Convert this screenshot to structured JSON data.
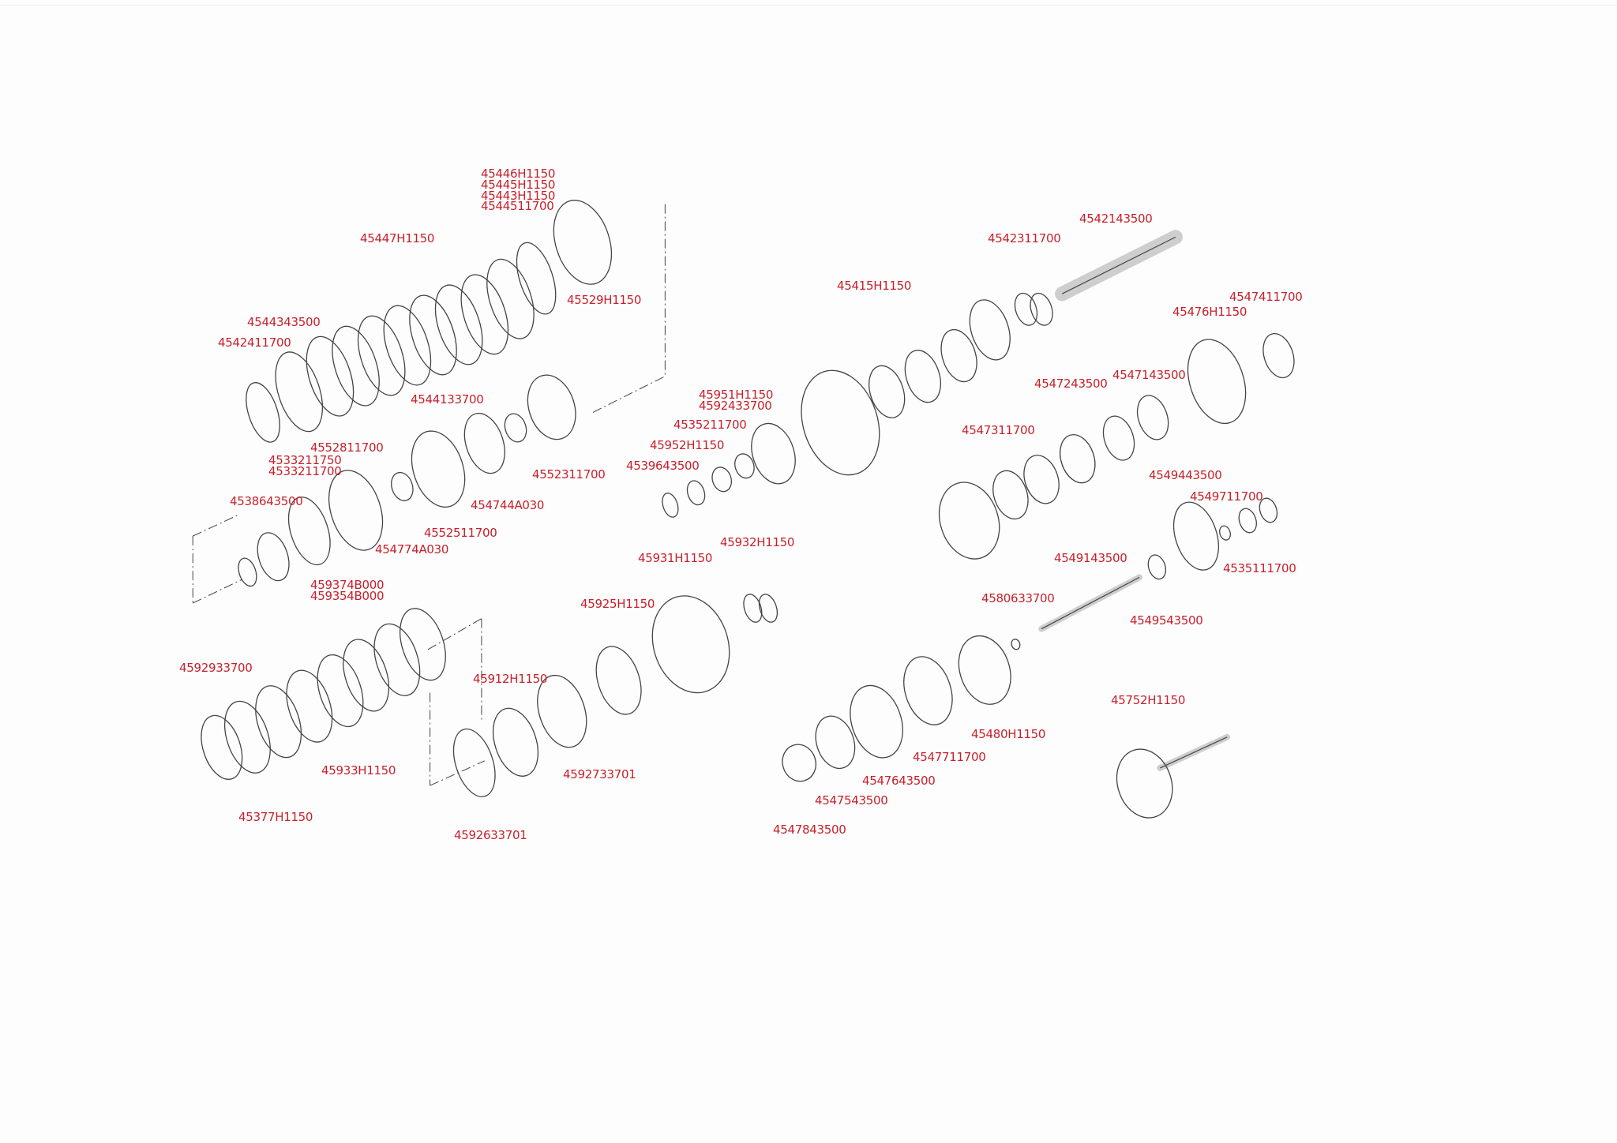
{
  "title": "Transmission exploded parts diagram",
  "label_color": "#c8202b",
  "line_color": "#444444",
  "parts": [
    "45446H1150",
    "45445H1150",
    "45443H1150",
    "4544511700",
    "45447H1150",
    "4544343500",
    "4542411700",
    "45529H1150",
    "4544133700",
    "4552811700",
    "4533211750",
    "4533211700",
    "4538643500",
    "4552311700",
    "454744A030",
    "4552511700",
    "454774A030",
    "459374B000",
    "459354B000",
    "4592933700",
    "45912H1150",
    "45933H1150",
    "45377H1150",
    "4592633701",
    "4592733701",
    "45925H1150",
    "45931H1150",
    "45932H1150",
    "4542143500",
    "4542311700",
    "45415H1150",
    "4547411700",
    "45476H1150",
    "45951H1150",
    "4592433700",
    "4535211700",
    "45952H1150",
    "4539643500",
    "4547243500",
    "4547143500",
    "4547311700",
    "4549443500",
    "4549711700",
    "4535111700",
    "4549143500",
    "4580633700",
    "4549543500",
    "45752H1150",
    "45480H1150",
    "4547711700",
    "4547643500",
    "4547543500",
    "4547843500"
  ]
}
